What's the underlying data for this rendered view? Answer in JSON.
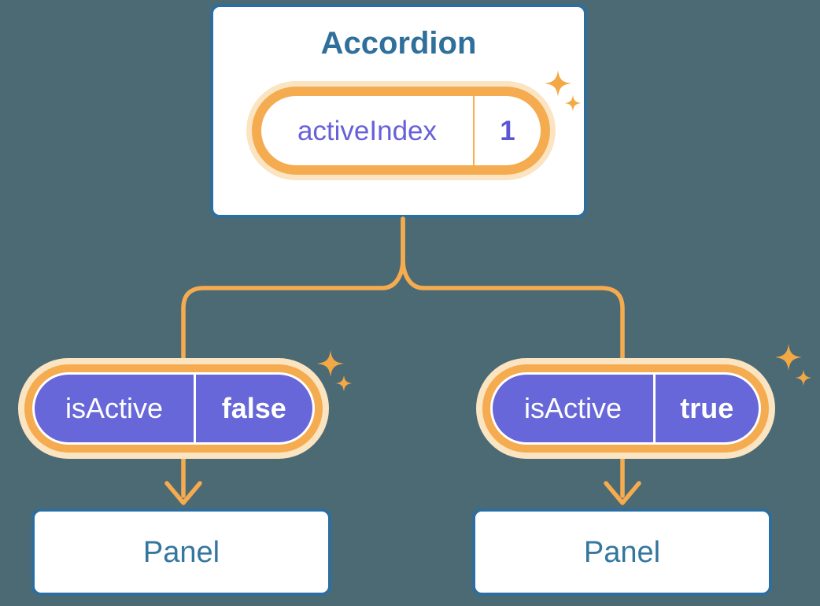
{
  "canvas": {
    "background": "#4c6a73"
  },
  "palette": {
    "card_border": "#2e6e9e",
    "heading_text": "#2f6f9b",
    "panel_text": "#35769f",
    "purple_fill": "#6767d9",
    "purple_text": "#6661d8",
    "ring_orange": "#f5ab4f",
    "ring_cream": "#fbe4c1",
    "sparkle_orange": "#f2a845",
    "pill_background": "#ffffff"
  },
  "tree": {
    "parent": {
      "title": "Accordion",
      "state": {
        "name": "activeIndex",
        "value": "1"
      }
    },
    "children": [
      {
        "prop": {
          "name": "isActive",
          "value": "false"
        },
        "panel": {
          "label": "Panel"
        }
      },
      {
        "prop": {
          "name": "isActive",
          "value": "true"
        },
        "panel": {
          "label": "Panel"
        }
      }
    ]
  }
}
